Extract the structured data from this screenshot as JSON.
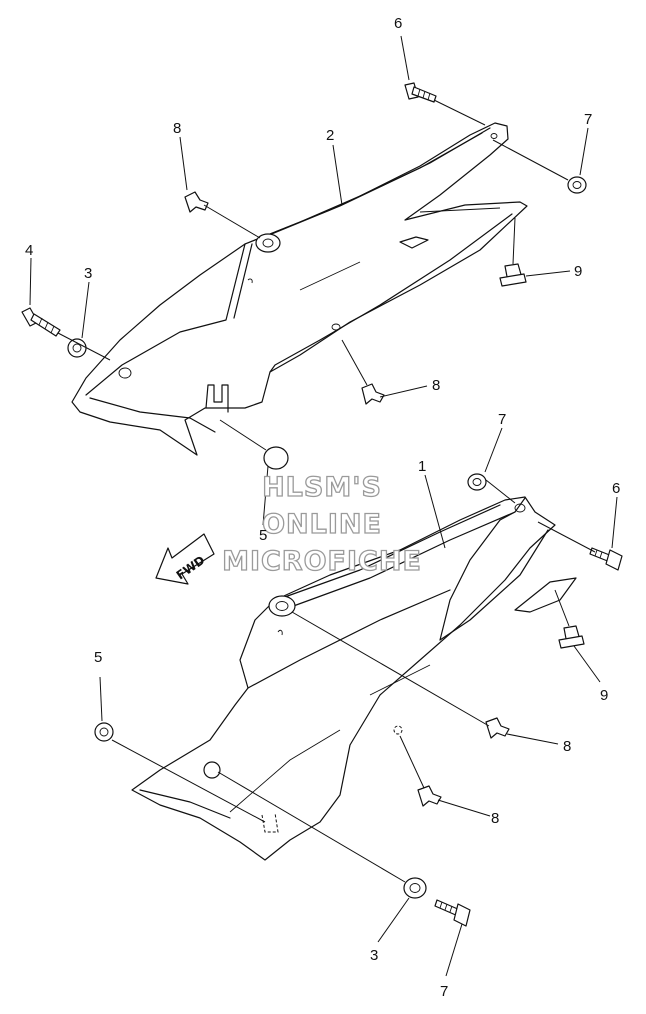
{
  "callouts": [
    {
      "id": "c-6-top",
      "text": "6"
    },
    {
      "id": "c-7-top",
      "text": "7"
    },
    {
      "id": "c-8-top",
      "text": "8"
    },
    {
      "id": "c-2",
      "text": "2"
    },
    {
      "id": "c-4",
      "text": "4"
    },
    {
      "id": "c-3-upper",
      "text": "3"
    },
    {
      "id": "c-9-upper",
      "text": "9"
    },
    {
      "id": "c-8-upper",
      "text": "8"
    },
    {
      "id": "c-5-upper",
      "text": "5"
    },
    {
      "id": "c-7-mid",
      "text": "7"
    },
    {
      "id": "c-1",
      "text": "1"
    },
    {
      "id": "c-6-mid",
      "text": "6"
    },
    {
      "id": "c-5-lower",
      "text": "5"
    },
    {
      "id": "c-9-lower",
      "text": "9"
    },
    {
      "id": "c-8-lower-a",
      "text": "8"
    },
    {
      "id": "c-8-lower-b",
      "text": "8"
    },
    {
      "id": "c-3-lower",
      "text": "3"
    },
    {
      "id": "c-7-bottom",
      "text": "7"
    }
  ],
  "watermark": {
    "line1": "HLSM'S",
    "line2": "ONLINE",
    "line3": "MICROFICHE",
    "color": "#9a9a9a"
  },
  "direction_arrow": {
    "label": "FWD"
  },
  "colors": {
    "line": "#111111",
    "background": "#ffffff"
  }
}
